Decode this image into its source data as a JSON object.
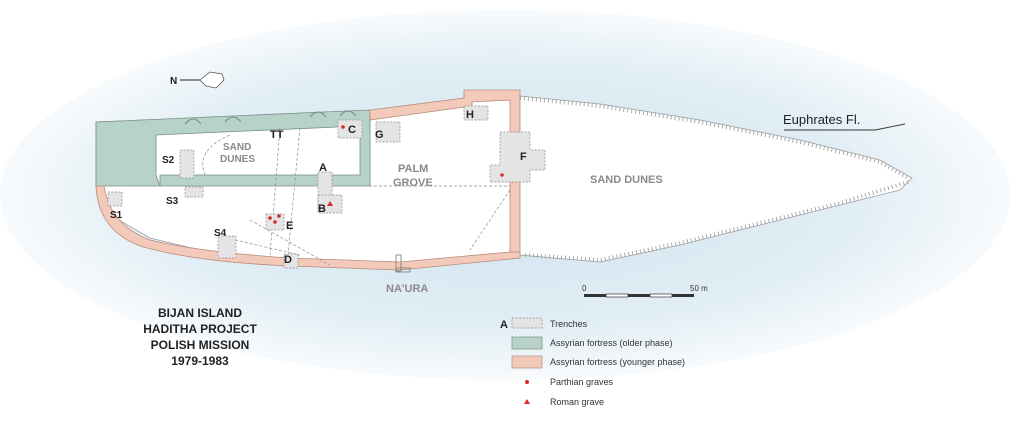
{
  "map": {
    "river_label": "Euphrates Fl.",
    "north_letter": "N",
    "labels": {
      "sand_dunes_west_1": "SAND",
      "sand_dunes_west_2": "DUNES",
      "palm_grove_1": "PALM",
      "palm_grove_2": "GROVE",
      "sand_dunes_east": "SAND DUNES",
      "naura": "NA'URA"
    },
    "trench_letters": {
      "TT": "TT",
      "A": "A",
      "B": "B",
      "C": "C",
      "D": "D",
      "E": "E",
      "F": "F",
      "G": "G",
      "H": "H",
      "S1": "S1",
      "S2": "S2",
      "S3": "S3",
      "S4": "S4"
    },
    "scale": {
      "start": "0",
      "end": "50 m"
    }
  },
  "title": {
    "line1": "BIJAN ISLAND",
    "line2": "HADITHA PROJECT",
    "line3": "POLISH MISSION",
    "line4": "1979-1983"
  },
  "legend": {
    "trench_letter": "A",
    "trenches": "Trenches",
    "older": "Assyrian fortress (older phase)",
    "younger": "Assyrian fortress (younger phase)",
    "parthian": "Parthian graves",
    "roman": "Roman grave"
  },
  "colors": {
    "water": "#dbe9f2",
    "older_phase": "#b7d2c8",
    "younger_phase": "#f3c9b9",
    "trench_fill": "#e4e4e4",
    "grave": "#d62a2a"
  }
}
